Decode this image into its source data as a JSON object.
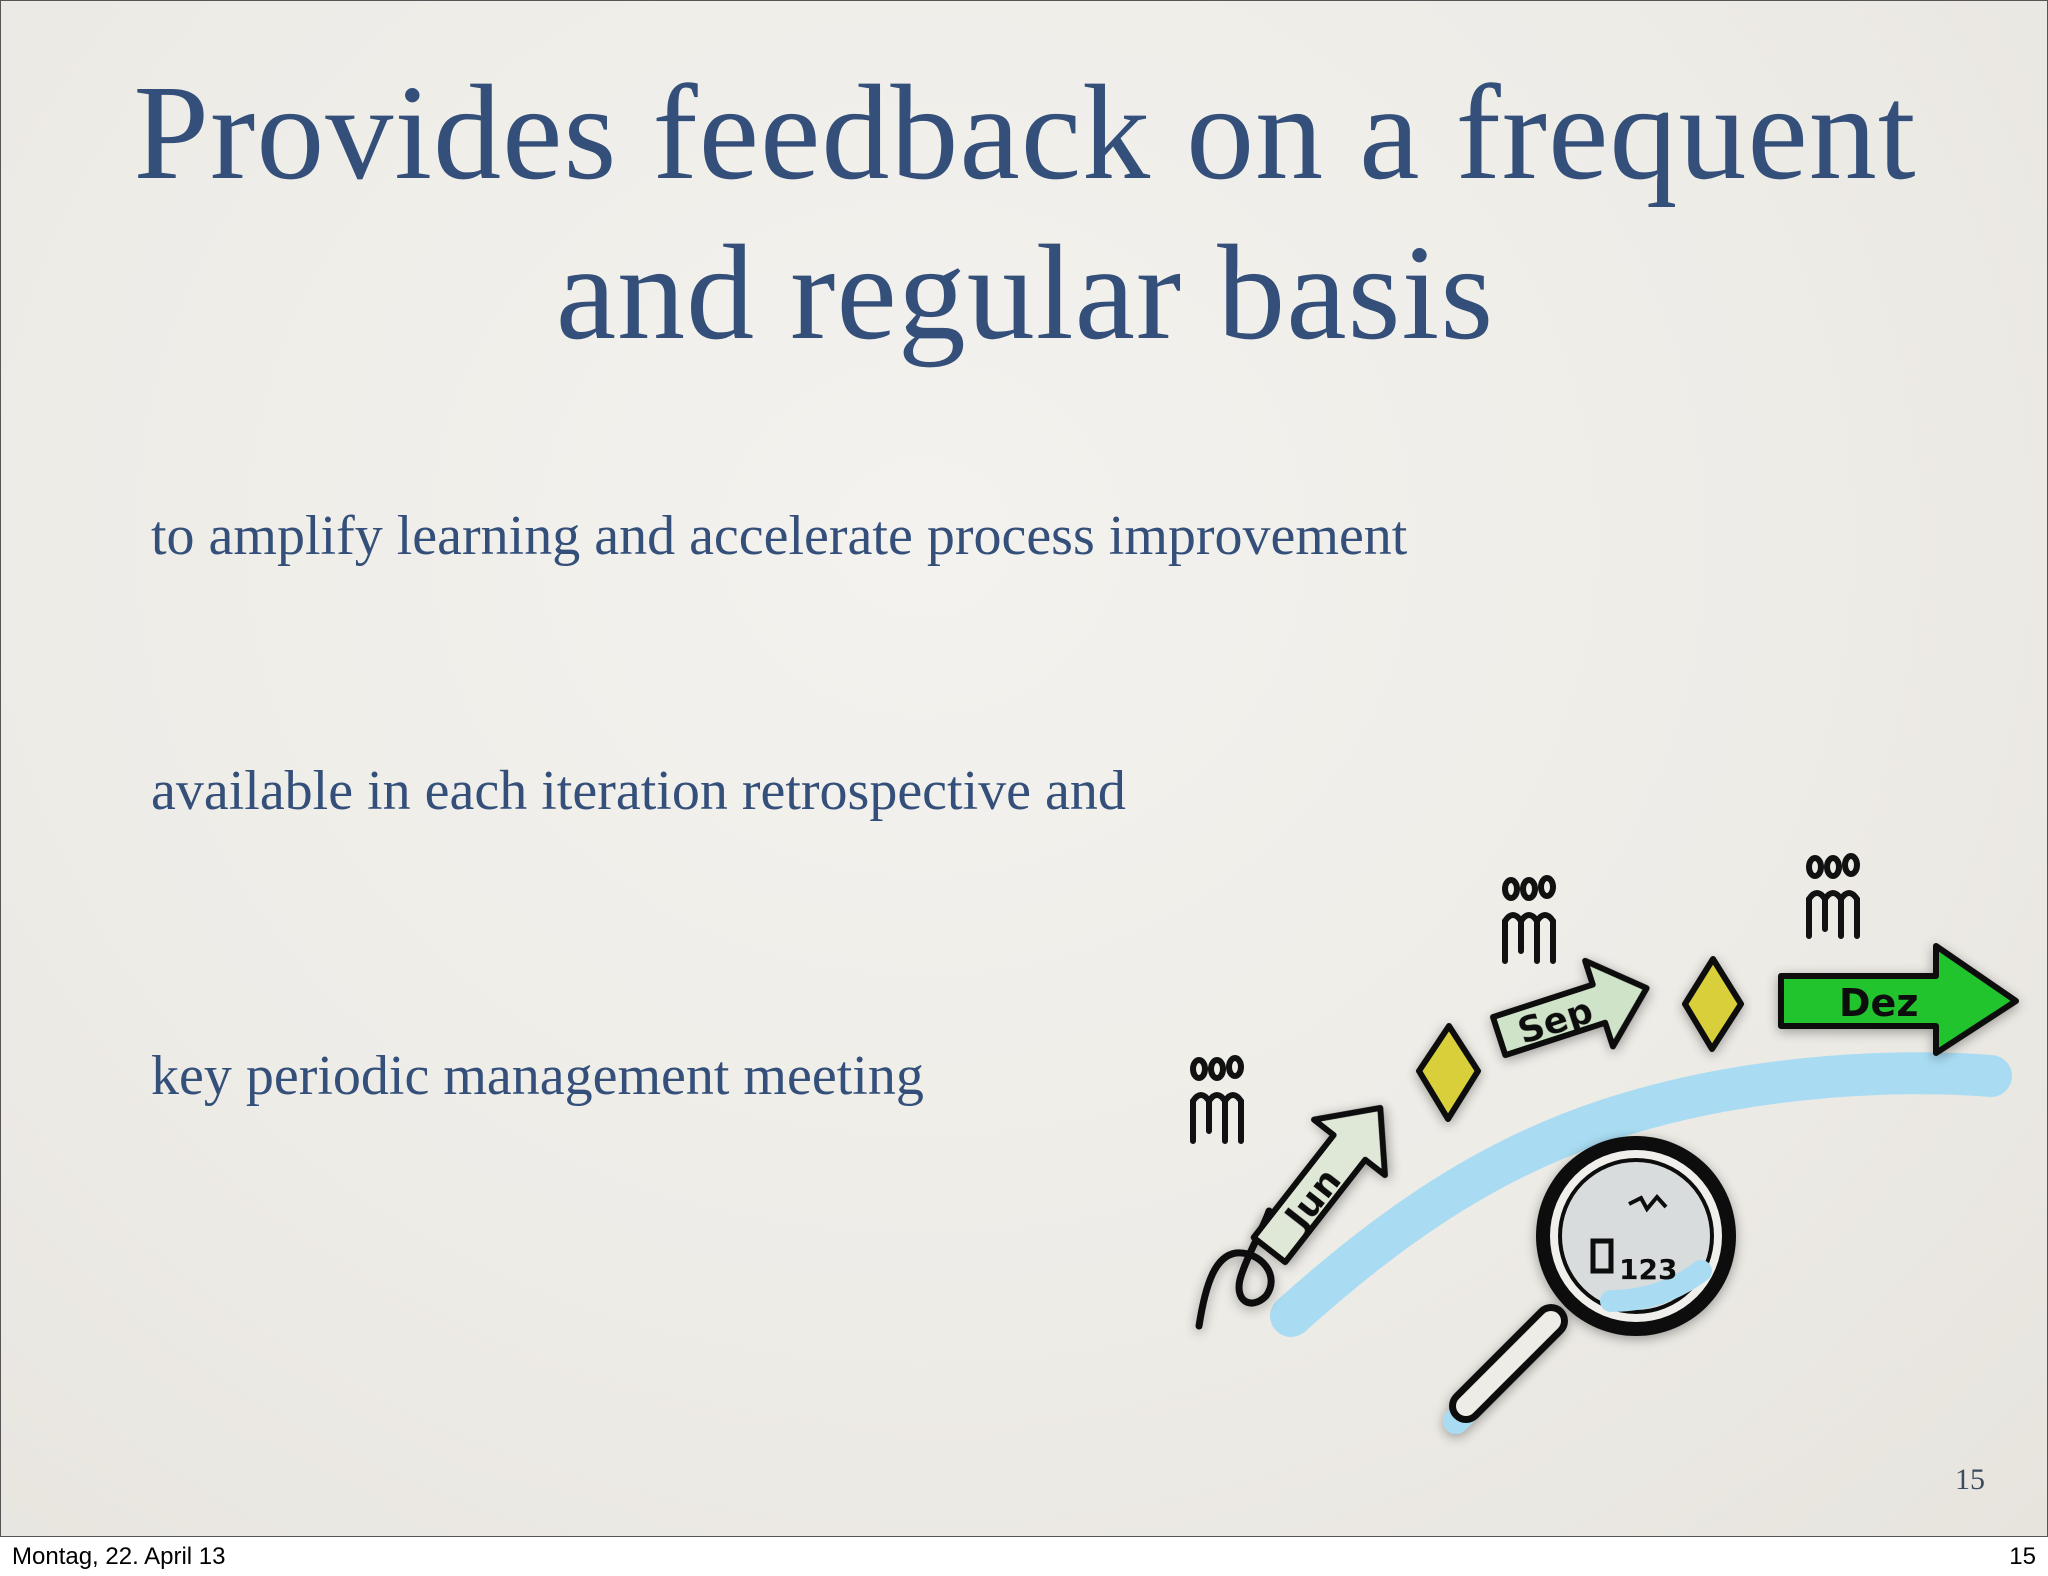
{
  "slide": {
    "title_lines": [
      "Provides feedback on a frequent",
      "and regular basis"
    ],
    "bullets": [
      "to amplify learning and accelerate process improvement",
      "available in each iteration retrospective and",
      "key periodic management meeting"
    ],
    "slide_number": "15"
  },
  "illustration": {
    "labels": {
      "jun": "Jun",
      "sep": "Sep",
      "dez": "Dez",
      "magnifier": "123"
    },
    "colors": {
      "river": "#a9dcf3",
      "milestone": "#d8cf3a",
      "arrow_dez": "#22c42e",
      "arrow_sep": "#cfe3c8",
      "arrow_jun": "#dfe8d6",
      "ink": "#111111"
    }
  },
  "footer": {
    "date": "Montag, 22. April 13",
    "page": "15"
  }
}
